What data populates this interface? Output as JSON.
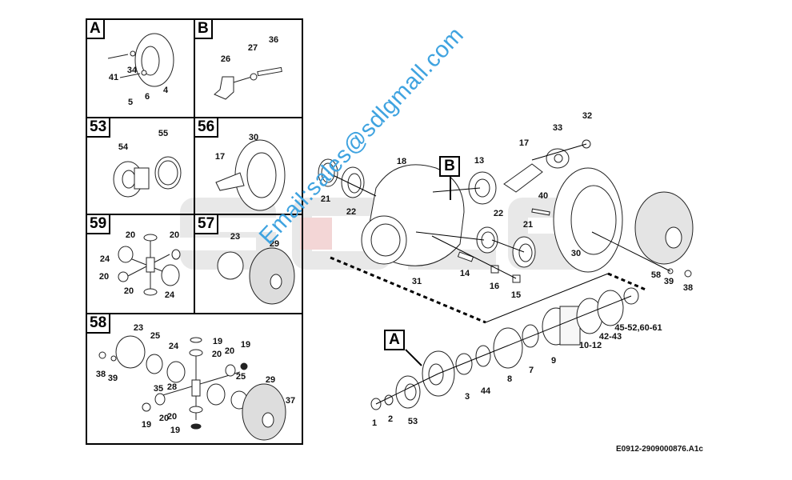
{
  "panels": [
    {
      "id": "A",
      "title": "A"
    },
    {
      "id": "B",
      "title": "B"
    },
    {
      "id": "53",
      "title": "53"
    },
    {
      "id": "56",
      "title": "56"
    },
    {
      "id": "59",
      "title": "59"
    },
    {
      "id": "57",
      "title": "57"
    },
    {
      "id": "58",
      "title": "58"
    }
  ],
  "callouts": {
    "a": "A",
    "b": "B"
  },
  "labels": [
    "41",
    "34",
    "5",
    "6",
    "4",
    "26",
    "27",
    "36",
    "54",
    "55",
    "17",
    "30",
    "20",
    "20",
    "24",
    "20",
    "20",
    "24",
    "23",
    "29",
    "23",
    "25",
    "24",
    "19",
    "20",
    "20",
    "19",
    "38",
    "39",
    "35",
    "28",
    "25",
    "29",
    "37",
    "20",
    "19",
    "20",
    "19",
    "21",
    "22",
    "18",
    "13",
    "17",
    "33",
    "32",
    "40",
    "22",
    "21",
    "30",
    "14",
    "31",
    "16",
    "15",
    "58",
    "39",
    "38",
    "45-52,60-61",
    "42-43",
    "10-12",
    "9",
    "7",
    "8",
    "44",
    "3",
    "53",
    "2",
    "1"
  ],
  "footer": "E0912-2909000876.A1c",
  "watermark": {
    "email": "Email:sales@sdlgmall.com",
    "logo": "SDLG",
    "logo_color": "#e6e6e6",
    "email_color": "#3fa3e0"
  }
}
